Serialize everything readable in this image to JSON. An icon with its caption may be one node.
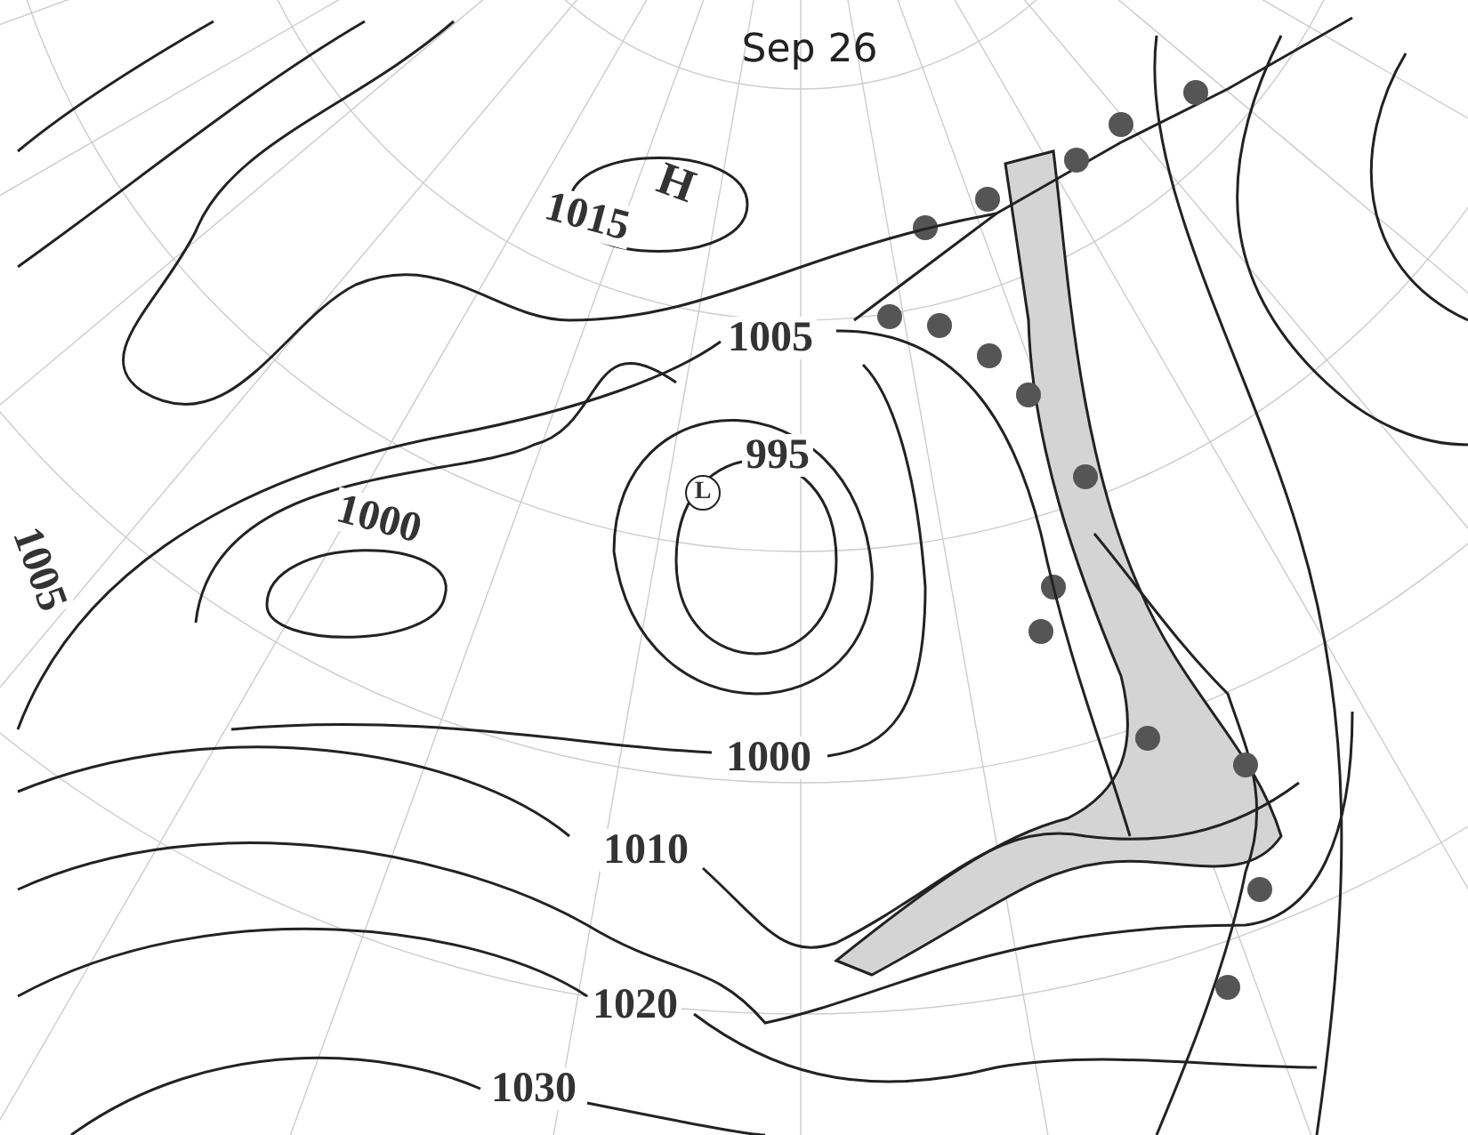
{
  "diagram": {
    "title": "Sep 26",
    "labels": [
      "1015",
      "H",
      "1005",
      "995",
      "L",
      "1000",
      "1005",
      "1000",
      "1010",
      "1020",
      "1030"
    ]
  }
}
